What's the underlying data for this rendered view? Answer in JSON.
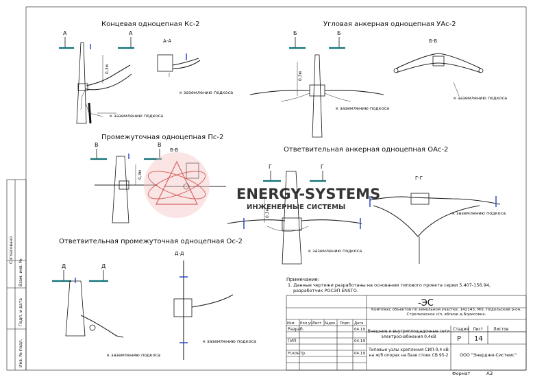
{
  "sections": {
    "kc": {
      "title": "Концевая одноцепная Кс-2",
      "sec_a": "А",
      "section": "А-А"
    },
    "uac": {
      "title": "Угловая анкерная одноцепная УАс-2",
      "sec_b": "Б",
      "section": "Б-Б"
    },
    "pc": {
      "title": "Промежуточная одноцепная Пс-2",
      "sec_v": "В",
      "section": "В-В"
    },
    "oac": {
      "title": "Ответвительная анкерная одноцепная ОАс-2",
      "sec_g": "Г",
      "section": "Г-Г"
    },
    "oc": {
      "title": "Ответвительная промежуточная одноцепная Ос-2",
      "sec_d": "Д",
      "section": "Д-Д"
    }
  },
  "labels": {
    "ground": "к заземлению подкоса",
    "dim": "0,3м"
  },
  "watermark": {
    "line1": "ENERGY-SYSTEMS",
    "line2": "ИНЖЕНЕРНЫЕ СИСТЕМЫ"
  },
  "note": {
    "title": "Примечание:",
    "line1": "1. Данные чертежи разработаны на основании типового проекта серии 5.407-156.94,",
    "line2": "разработчик РОСЭП ENSTO."
  },
  "left_stamp": {
    "agreed": "Согласовано",
    "inv1": "Взам. инв. №",
    "inv2": "Подп. и дата",
    "inv3": "Инв. № подл."
  },
  "title_block": {
    "code": "-ЭС",
    "project": "Комплекс объектов по земельном участке, 142143, МО, Подольский р-он, Стрелковское с/п, вблизи д.Борисовка.",
    "headers": [
      "Изм.",
      "Кол.уч.",
      "Лист",
      "№док.",
      "Подп.",
      "Дата"
    ],
    "rows": [
      {
        "role": "Разраб.",
        "date": "04.19"
      },
      {
        "role": "ГИП",
        "date": "04.19"
      },
      {
        "role": "Н.контр.",
        "date": "04.19"
      }
    ],
    "system": "Внешние и внутриплощадочные сети электроснабжения 0,4кВ",
    "stage_h": "Стадия",
    "sheet_h": "Лист",
    "sheets_h": "Листов",
    "stage": "Р",
    "sheet": "14",
    "drawing": "Типовые узлы крепления СИП-0,4 кВ на ж/б опорах на базе стоек СВ 95-2",
    "company": "ООО \"Энерджи-Системс\"",
    "format_label": "Формат",
    "format": "А3"
  }
}
